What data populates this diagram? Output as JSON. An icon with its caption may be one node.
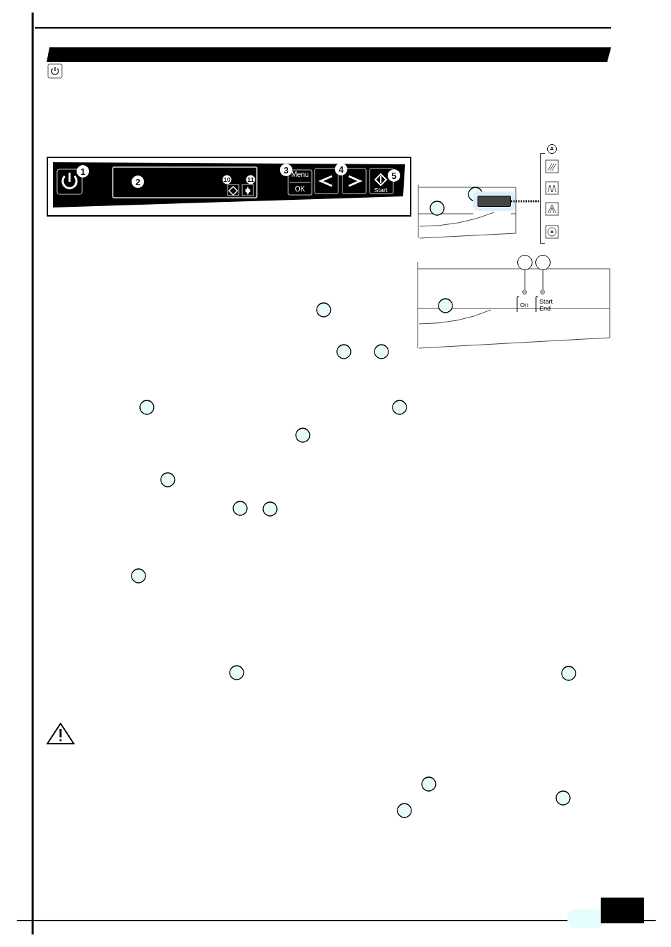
{
  "diagram": {
    "nodes": [
      {
        "text": [],
        "shape": "bar"
      },
      {
        "text": [],
        "shape": "box"
      },
      {
        "text": [],
        "shape": "bar"
      },
      {
        "text": [],
        "shape": "circle"
      },
      {
        "text": [],
        "shape": "circle"
      },
      {
        "text": [],
        "shape": "circle"
      },
      {
        "text": [],
        "shape": "circle"
      }
    ],
    "edges": [
      {
        "from": 1,
        "to": 2,
        "arrow": "none",
        "style": "dashed"
      },
      {
        "from": 3,
        "to": 5,
        "arrow": "none"
      },
      {
        "from": 4,
        "to": 6,
        "arrow": "none"
      }
    ],
    "labels": [
      "1",
      "2",
      "10",
      "11",
      "3",
      "Menu",
      "OK",
      "4",
      "5",
      "Start",
      "A",
      "On",
      "Start End"
    ]
  }
}
